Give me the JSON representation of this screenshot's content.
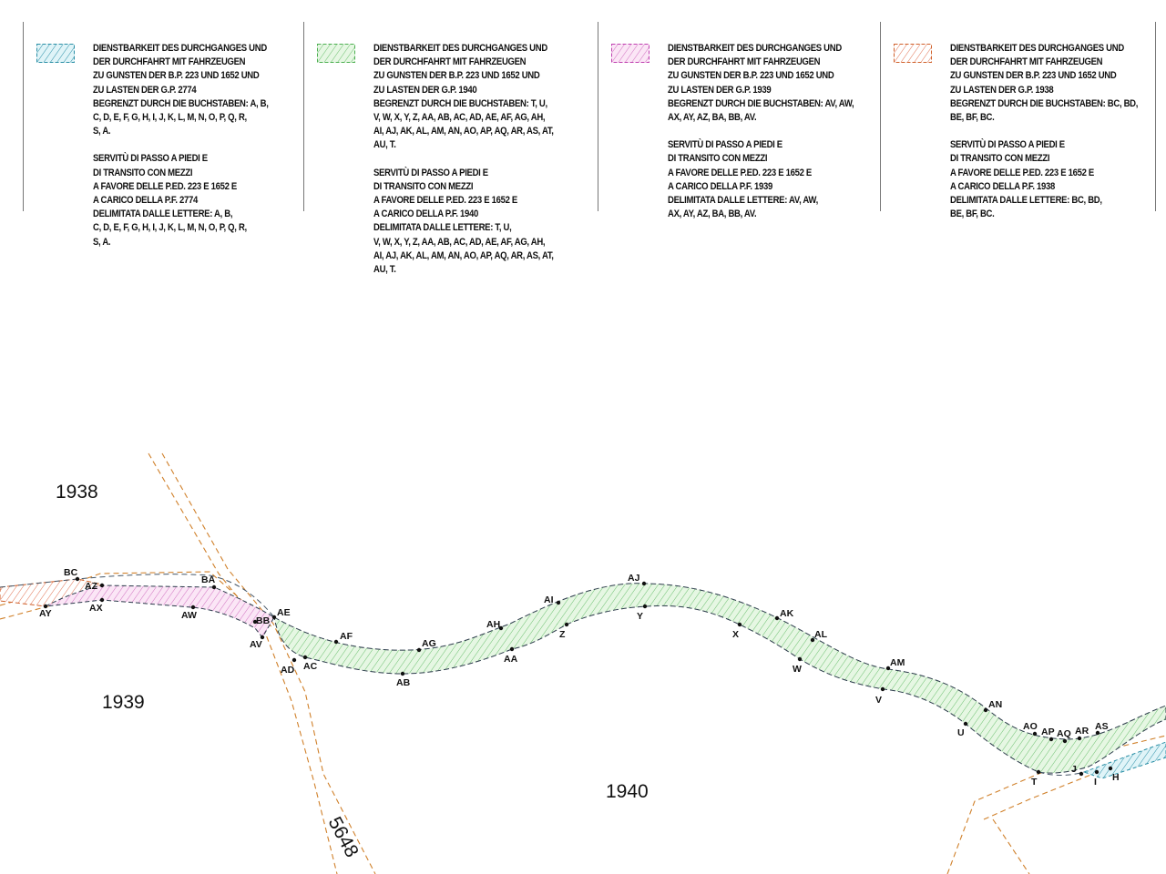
{
  "legend": [
    {
      "id": "gp2774",
      "swatch_color": "#2a8fa6",
      "text_de": "DIENSTBARKEIT DES DURCHGANGES UND\nDER DURCHFAHRT MIT FAHRZEUGEN\nZU GUNSTEN  DER B.P. 223 UND 1652 UND\nZU LASTEN DER G.P. 2774\nBEGRENZT DURCH DIE BUCHSTABEN: A, B,\nC, D, E, F, G, H, I, J, K, L, M, N, O, P, Q, R,\nS, A.",
      "text_it": "SERVITÙ DI PASSO A PIEDI E\nDI TRANSITO CON MEZZI\nA FAVORE DELLE P.ED. 223 E 1652 E\nA CARICO DELLA P.F. 2774\nDELIMITATA DALLE LETTERE: A, B,\nC, D, E, F, G, H, I, J, K, L, M, N, O, P, Q, R,\nS, A."
    },
    {
      "id": "gp1940",
      "swatch_color": "#4caf50",
      "text_de": "DIENSTBARKEIT DES DURCHGANGES UND\nDER DURCHFAHRT MIT FAHRZEUGEN\nZU GUNSTEN  DER B.P. 223 UND 1652 UND\nZU LASTEN DER G.P. 1940\nBEGRENZT DURCH DIE BUCHSTABEN: T, U,\nV, W, X, Y, Z, AA, AB, AC, AD, AE, AF, AG, AH,\nAI, AJ, AK, AL, AM, AN, AO, AP, AQ, AR, AS, AT,\nAU, T.",
      "text_it": "SERVITÙ DI PASSO A PIEDI E\nDI TRANSITO CON MEZZI\nA FAVORE DELLE P.ED. 223 E 1652 E\nA CARICO DELLA P.F. 1940\nDELIMITATA DALLE LETTERE: T, U,\nV, W, X, Y, Z, AA, AB, AC, AD, AE, AF, AG, AH,\nAI, AJ, AK, AL, AM, AN, AO, AP, AQ, AR, AS, AT,\nAU, T."
    },
    {
      "id": "gp1939",
      "swatch_color": "#c040b0",
      "text_de": "DIENSTBARKEIT DES DURCHGANGES UND\nDER DURCHFAHRT MIT FAHRZEUGEN\nZU GUNSTEN  DER B.P. 223 UND 1652 UND\nZU LASTEN DER G.P. 1939\nBEGRENZT DURCH DIE BUCHSTABEN: AV, AW,\nAX, AY, AZ, BA, BB, AV.",
      "text_it": "SERVITÙ DI PASSO A PIEDI E\nDI TRANSITO CON MEZZI\nA FAVORE DELLE P.ED. 223 E 1652 E\nA CARICO DELLA P.F. 1939\nDELIMITATA DALLE LETTERE: AV, AW,\nAX, AY, AZ, BA, BB, AV."
    },
    {
      "id": "gp1938",
      "swatch_color": "#d0602a",
      "text_de": "DIENSTBARKEIT DES DURCHGANGES UND\nDER DURCHFAHRT MIT FAHRZEUGEN\nZU GUNSTEN  DER B.P. 223 UND 1652 UND\nZU LASTEN DER G.P. 1938\nBEGRENZT DURCH DIE BUCHSTABEN: BC, BD,\nBE, BF, BC.",
      "text_it": "SERVITÙ DI PASSO A PIEDI E\nDI TRANSITO CON MEZZI\nA FAVORE DELLE P.ED. 223 E 1652 E\nA CARICO DELLA P.F. 1938\nDELIMITATA DALLE LETTERE: BC, BD,\nBE, BF, BC."
    }
  ],
  "map": {
    "parcel_numbers": {
      "p1938": "1938",
      "p1939": "1939",
      "p1940": "1940",
      "p5648": "5648"
    },
    "colors": {
      "parcel_boundary": "#d0802a",
      "easement_1940": "#4caf50",
      "easement_1939": "#c040b0",
      "easement_1938": "#d0602a",
      "easement_2774": "#2a8fa6",
      "easement_outline": "#2b3a4a"
    },
    "point_letters": [
      "AY",
      "BC",
      "AZ",
      "AX",
      "BA",
      "AW",
      "BB",
      "AV",
      "AE",
      "AD",
      "AC",
      "AF",
      "AG",
      "AB",
      "AH",
      "AA",
      "AI",
      "Z",
      "AJ",
      "Y",
      "X",
      "AK",
      "AL",
      "W",
      "AM",
      "V",
      "AN",
      "U",
      "AO",
      "AP",
      "AQ",
      "AR",
      "AS",
      "T",
      "J",
      "I",
      "H"
    ]
  }
}
